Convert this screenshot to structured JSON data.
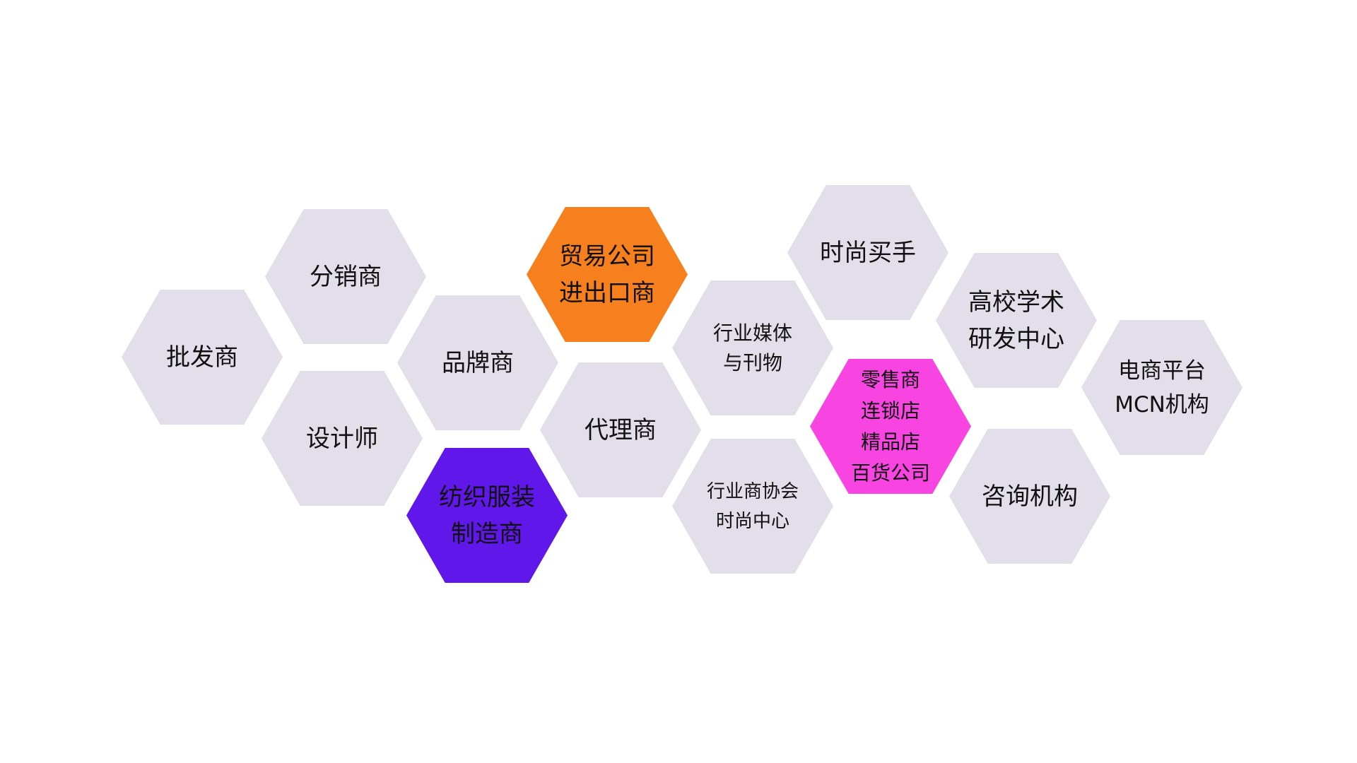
{
  "colors": {
    "default": "#E2DEEA",
    "orange": "#F7801E",
    "purple": "#5F17EA",
    "magenta": "#F844E0"
  },
  "hexes": [
    {
      "lines": [
        "批发商"
      ]
    },
    {
      "lines": [
        "分销商"
      ]
    },
    {
      "lines": [
        "设计师"
      ]
    },
    {
      "lines": [
        "品牌商"
      ]
    },
    {
      "lines": [
        "纺织服装",
        "制造商"
      ],
      "color": "#5F17EA"
    },
    {
      "lines": [
        "贸易公司",
        "进出口商"
      ],
      "color": "#F7801E"
    },
    {
      "lines": [
        "代理商"
      ]
    },
    {
      "lines": [
        "行业媒体",
        "与刊物"
      ]
    },
    {
      "lines": [
        "行业商协会",
        "时尚中心"
      ]
    },
    {
      "lines": [
        "时尚买手"
      ]
    },
    {
      "lines": [
        "零售商",
        "连锁店",
        "精品店",
        "百货公司"
      ],
      "color": "#F844E0"
    },
    {
      "lines": [
        "高校学术",
        "研发中心"
      ]
    },
    {
      "lines": [
        "咨询机构"
      ]
    },
    {
      "lines": [
        "电商平台",
        "MCN机构"
      ]
    }
  ]
}
